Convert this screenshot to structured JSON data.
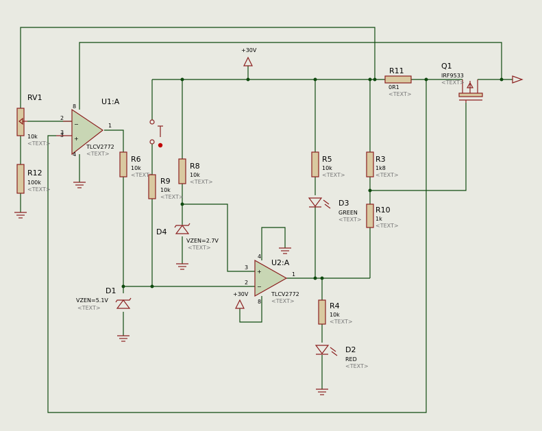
{
  "supply": {
    "label": "+30V"
  },
  "parts": {
    "RV1": {
      "ref": "RV1",
      "value": "10k",
      "text": "<TEXT>"
    },
    "R12": {
      "ref": "R12",
      "value": "100k",
      "text": "<TEXT>"
    },
    "U1": {
      "ref": "U1:A",
      "value": "TLCV2772",
      "text": "<TEXT>",
      "pins": [
        "2",
        "3",
        "1",
        "8",
        "4"
      ]
    },
    "R6": {
      "ref": "R6",
      "value": "10k",
      "text": "<TEXT>"
    },
    "R9": {
      "ref": "R9",
      "value": "10k",
      "text": "<TEXT>"
    },
    "R8": {
      "ref": "R8",
      "value": "10k",
      "text": "<TEXT>"
    },
    "D4": {
      "ref": "D4",
      "value": "VZEN=2.7V",
      "text": "<TEXT>"
    },
    "D1": {
      "ref": "D1",
      "value": "VZEN=5.1V",
      "text": "<TEXT>"
    },
    "U2": {
      "ref": "U2:A",
      "value": "TLCV2772",
      "text": "<TEXT>",
      "pins": [
        "3",
        "2",
        "1",
        "4",
        "8"
      ]
    },
    "R5": {
      "ref": "R5",
      "value": "10k",
      "text": "<TEXT>"
    },
    "D3": {
      "ref": "D3",
      "value": "GREEN",
      "text": "<TEXT>"
    },
    "R4": {
      "ref": "R4",
      "value": "10k",
      "text": "<TEXT>"
    },
    "D2": {
      "ref": "D2",
      "value": "RED",
      "text": "<TEXT>"
    },
    "R3": {
      "ref": "R3",
      "value": "1k8",
      "text": "<TEXT>"
    },
    "R10": {
      "ref": "R10",
      "value": "1k",
      "text": "<TEXT>"
    },
    "R11": {
      "ref": "R11",
      "value": "0R1",
      "text": "<TEXT>"
    },
    "Q1": {
      "ref": "Q1",
      "value": "IRF9533",
      "text": "<TEXT>"
    }
  },
  "colors": {
    "background": "#e9eae2",
    "wire": "#0f4a0f",
    "component": "#8b1f1f",
    "switch_dot": "#c00000"
  }
}
